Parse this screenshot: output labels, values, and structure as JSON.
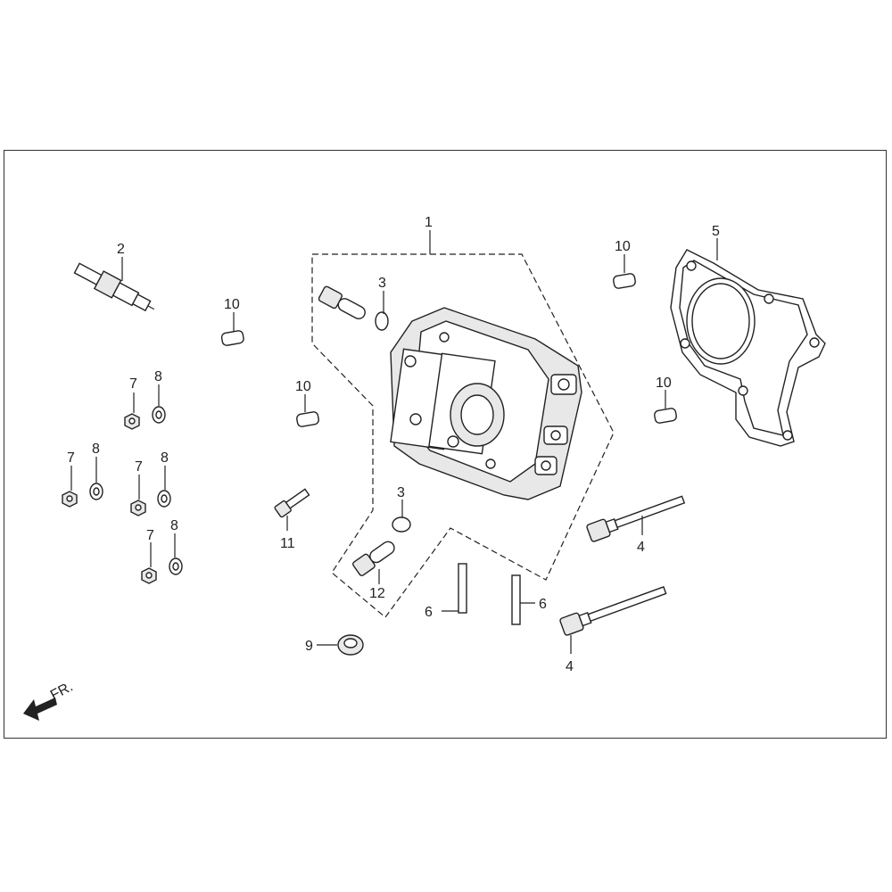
{
  "direction_label": "FR.",
  "callouts": {
    "c1": "1",
    "c2": "2",
    "c3a": "3",
    "c3b": "3",
    "c4a": "4",
    "c4b": "4",
    "c5": "5",
    "c6a": "6",
    "c6b": "6",
    "c7a": "7",
    "c7b": "7",
    "c7c": "7",
    "c7d": "7",
    "c8a": "8",
    "c8b": "8",
    "c8c": "8",
    "c8d": "8",
    "c9": "9",
    "c10a": "10",
    "c10b": "10",
    "c10c": "10",
    "c10d": "10",
    "c11": "11",
    "c12": "12"
  }
}
